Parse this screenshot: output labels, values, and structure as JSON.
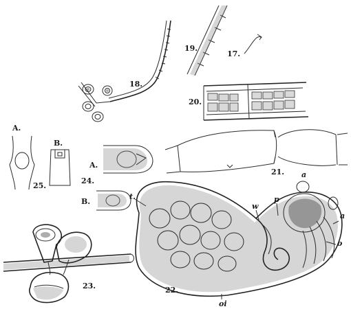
{
  "figures": {
    "fig17": "17.",
    "fig18": "18.",
    "fig19": "19.",
    "fig20": "20.",
    "fig21": "21.",
    "fig22": "22.",
    "fig23": "23.",
    "fig24": "24.",
    "fig25": "25.",
    "fig24_a": "A.",
    "fig24_b": "B.",
    "fig25_a": "A.",
    "fig25_b": "B."
  },
  "parts": {
    "t": "t.",
    "w": "w",
    "p": "p",
    "a_top": "a",
    "a_right": "a",
    "o": "o",
    "oi": "oi"
  }
}
